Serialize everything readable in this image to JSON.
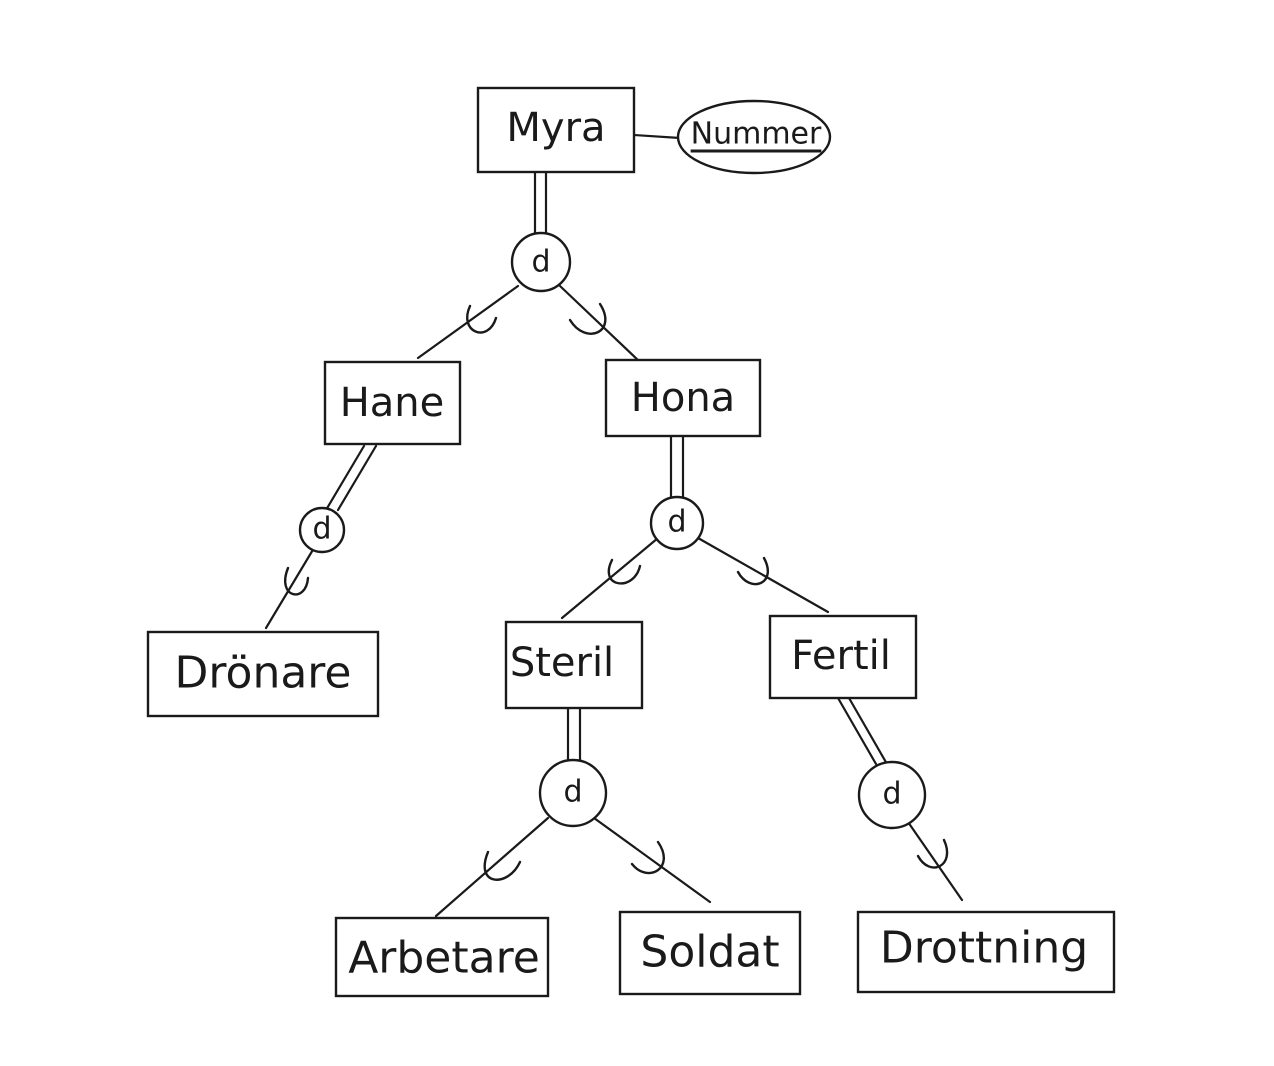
{
  "entities": {
    "myra": "Myra",
    "hane": "Hane",
    "hona": "Hona",
    "dronare": "Drönare",
    "steril": "Steril",
    "fertil": "Fertil",
    "arbetare": "Arbetare",
    "soldat": "Soldat",
    "drottning": "Drottning"
  },
  "attributes": {
    "nummer": "Nummer"
  },
  "disjoint_marker": "d",
  "colors": {
    "ink": "#1a1a1a",
    "paper": "#ffffff"
  }
}
